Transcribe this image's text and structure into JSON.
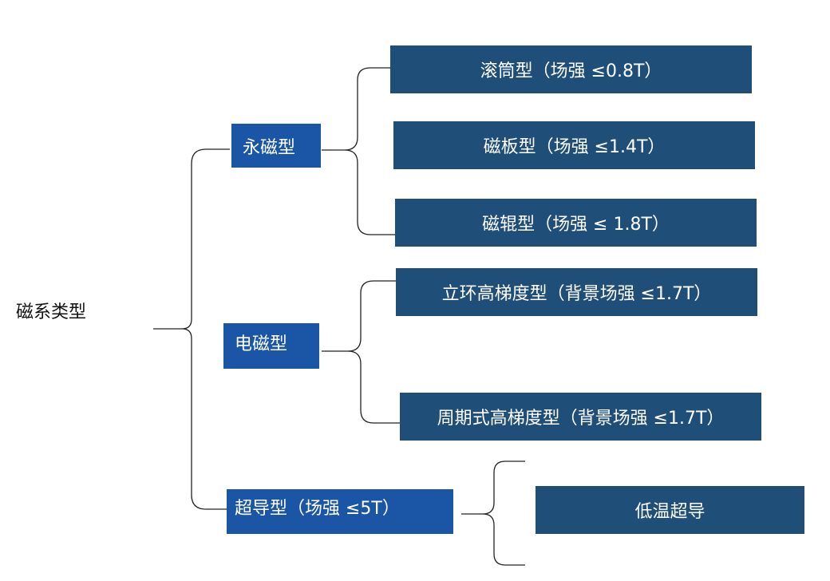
{
  "root": "磁系类型",
  "level1": {
    "permanent": "永磁型",
    "electro": "电磁型",
    "superconducting": "超导型（场强 ≤5T）"
  },
  "permanent_children": [
    "滚筒型（场强 ≤0.8T）",
    "磁板型（场强 ≤1.4T）",
    "磁辊型（场强 ≤ 1.8T）"
  ],
  "electro_children": [
    "立环高梯度型（背景场强 ≤1.7T）",
    "周期式高梯度型（背景场强 ≤1.7T）"
  ],
  "superconducting_children": [
    "低温超导"
  ],
  "colors": {
    "dark_box": "#1f4e79",
    "mid_box": "#1a56a5",
    "connector": "#222222"
  }
}
